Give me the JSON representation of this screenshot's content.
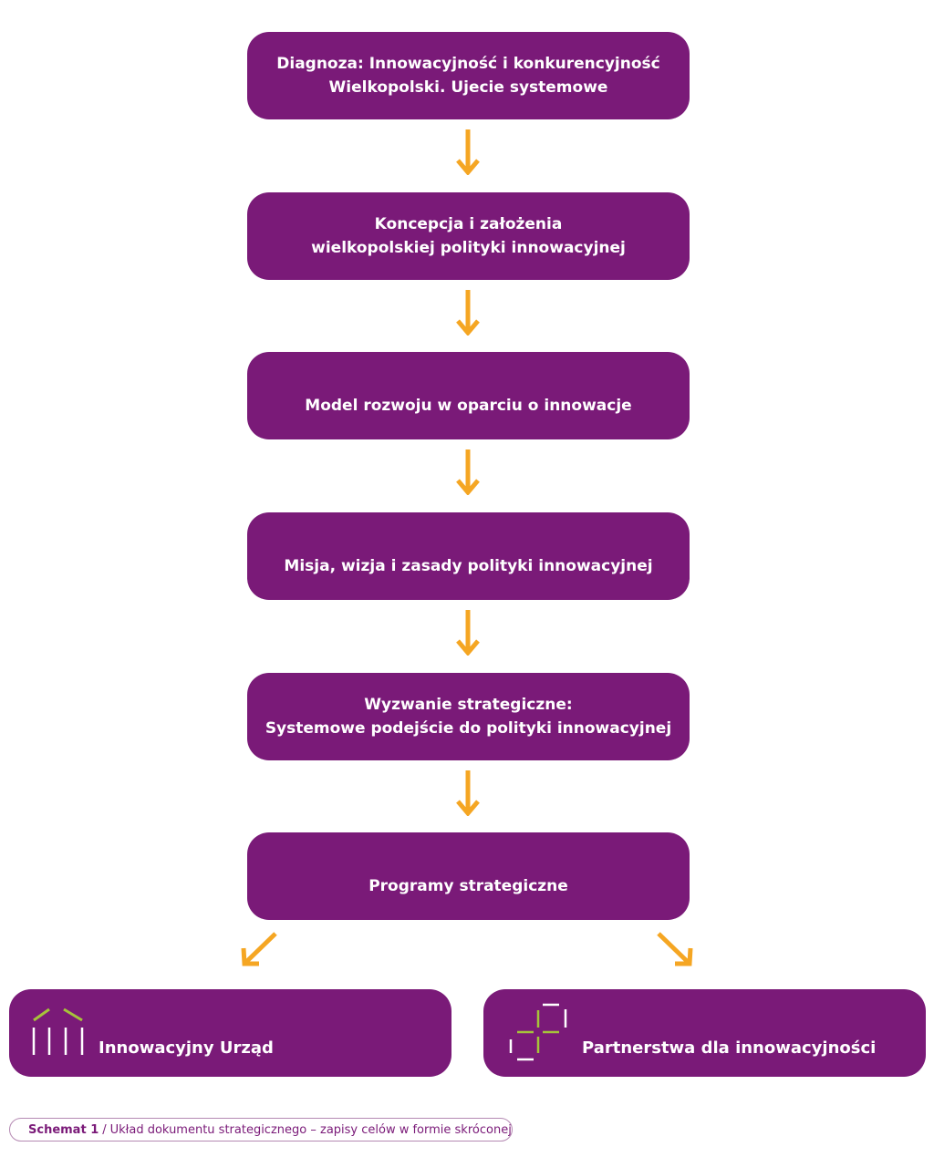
{
  "steps": [
    {
      "line1": "Diagnoza: Innowacyjność i konkurencyjność",
      "line2": "Wielkopolski. Ujecie systemowe"
    },
    {
      "line1": "Koncepcja i założenia",
      "line2": "wielkopolskiej polityki innowacyjnej"
    },
    {
      "line1": "Model rozwoju w oparciu o innowacje",
      "line2": ""
    },
    {
      "line1": "Misja, wizja i zasady polityki innowacyjnej",
      "line2": ""
    },
    {
      "line1": "Wyzwanie strategiczne:",
      "line2": "Systemowe podejście do polityki innowacyjnej"
    },
    {
      "line1": "Programy strategiczne",
      "line2": ""
    }
  ],
  "programs": [
    {
      "label": "Innowacyjny Urząd",
      "icon": "building-icon"
    },
    {
      "label": "Partnerstwa dla innowacyjności",
      "icon": "partnership-icon"
    }
  ],
  "caption": {
    "label": "Schemat 1",
    "separator": "/",
    "text": "Układ dokumentu strategicznego – zapisy celów w formie skróconej"
  },
  "colors": {
    "box": "#7a1a78",
    "arrow": "#f5a623",
    "accent": "#a6c33a"
  }
}
